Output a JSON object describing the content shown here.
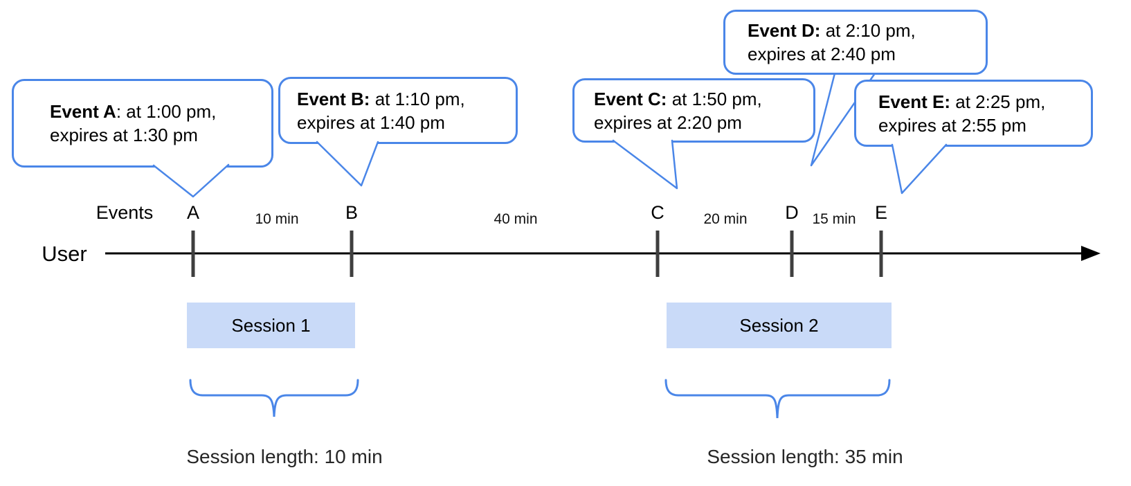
{
  "diagram": {
    "row_labels": {
      "events": "Events",
      "user": "User"
    },
    "bubbles": [
      {
        "letter": "A",
        "bold": "Event A",
        "line1_rest": ": at 1:00 pm,",
        "line2": "expires at 1:30 pm"
      },
      {
        "letter": "B",
        "bold": "Event B:",
        "line1_rest": " at 1:10 pm,",
        "line2": "expires at 1:40 pm"
      },
      {
        "letter": "C",
        "bold": "Event C:",
        "line1_rest": " at 1:50 pm,",
        "line2": "expires at 2:20 pm"
      },
      {
        "letter": "D",
        "bold": "Event D:",
        "line1_rest": " at 2:10 pm,",
        "line2": "expires at 2:40 pm"
      },
      {
        "letter": "E",
        "bold": "Event E:",
        "line1_rest": " at 2:25 pm,",
        "line2": "expires at 2:55 pm"
      }
    ],
    "event_marks": [
      "A",
      "B",
      "C",
      "D",
      "E"
    ],
    "intervals": [
      "10 min",
      "40 min",
      "20 min",
      "15 min"
    ],
    "sessions": [
      {
        "label": "Session 1",
        "length_label": "Session length: 10 min"
      },
      {
        "label": "Session 2",
        "length_label": "Session length: 35 min"
      }
    ],
    "colors": {
      "accent_blue": "#4a86e8",
      "session_fill": "#c9daf8",
      "tick_gray": "#3f3f3f",
      "axis_black": "#000000"
    }
  }
}
